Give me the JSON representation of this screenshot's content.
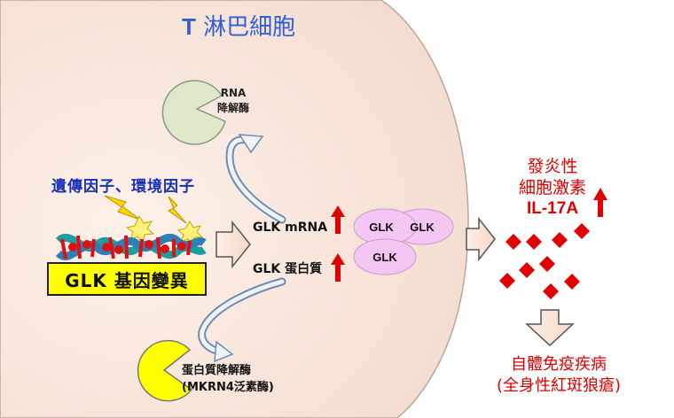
{
  "title": {
    "letter": "T",
    "text": "淋巴細胞"
  },
  "factors_label": "遺傳因子、環境因子",
  "glk_variant_label": "GLK 基因變異",
  "rna_enzyme": {
    "line1": "RNA",
    "line2": "降解酶"
  },
  "mrna_label": "GLK mRNA",
  "protein_label": "GLK 蛋白質",
  "protein_enzyme": {
    "line1": "蛋白質降解酶",
    "line2": "(MKRN4泛素酶)"
  },
  "glk_proteins": [
    "GLK",
    "GLK",
    "GLK"
  ],
  "cytokine": {
    "line1": "發炎性",
    "line2": "細胞激素",
    "line3": "IL-17A"
  },
  "disease": {
    "line1": "自體免疫疾病",
    "line2": "(全身性紅斑狼瘡)"
  },
  "colors": {
    "cell_fill": "#f7e3d6",
    "title": "#2f5fd6",
    "factors": "#1730b8",
    "highlight": "#ffff00",
    "up_arrow": "#e00000",
    "glk_protein": "#f3c6f3",
    "cytokine_diamond": "#e00000",
    "process_arrow": "#fbe6da",
    "curved_arrow": "#8fa9c9"
  }
}
